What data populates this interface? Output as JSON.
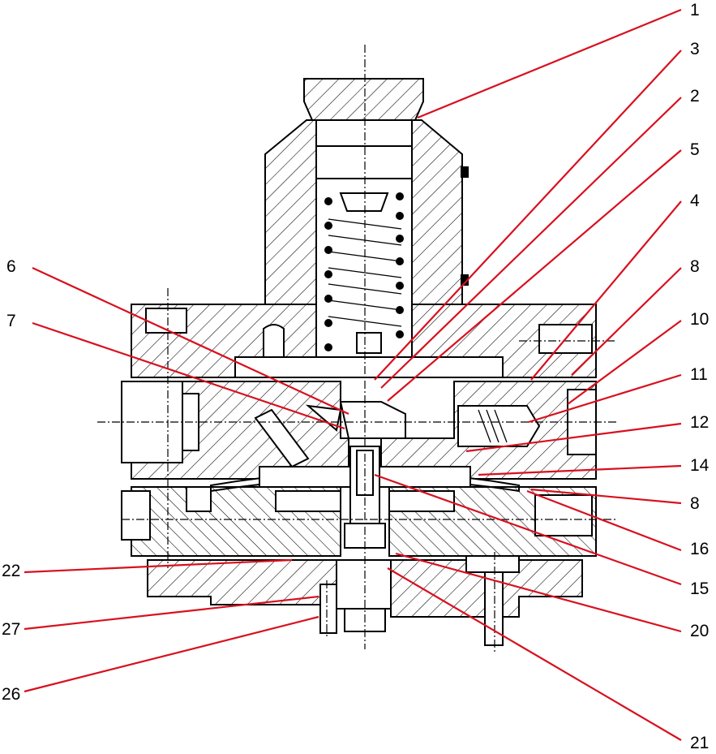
{
  "diagram": {
    "callouts": [
      {
        "id": "c1",
        "label": "1"
      },
      {
        "id": "c3",
        "label": "3"
      },
      {
        "id": "c2",
        "label": "2"
      },
      {
        "id": "c5",
        "label": "5"
      },
      {
        "id": "c4",
        "label": "4"
      },
      {
        "id": "c6",
        "label": "6"
      },
      {
        "id": "c7",
        "label": "7"
      },
      {
        "id": "c8a",
        "label": "8"
      },
      {
        "id": "c10",
        "label": "10"
      },
      {
        "id": "c11",
        "label": "11"
      },
      {
        "id": "c12",
        "label": "12"
      },
      {
        "id": "c14",
        "label": "14"
      },
      {
        "id": "c8b",
        "label": "8"
      },
      {
        "id": "c16",
        "label": "16"
      },
      {
        "id": "c15",
        "label": "15"
      },
      {
        "id": "c22",
        "label": "22"
      },
      {
        "id": "c20",
        "label": "20"
      },
      {
        "id": "c27",
        "label": "27"
      },
      {
        "id": "c26",
        "label": "26"
      },
      {
        "id": "c21",
        "label": "21"
      }
    ],
    "colors": {
      "leader": "#d8101e",
      "outline": "#000000",
      "background": "#ffffff"
    }
  }
}
